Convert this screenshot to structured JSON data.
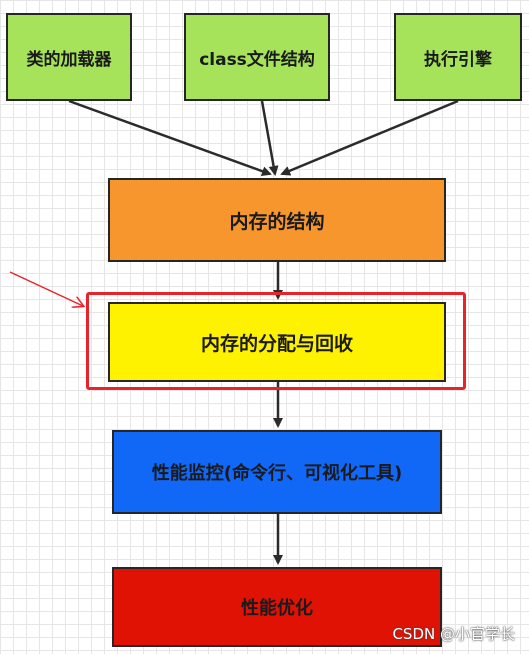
{
  "nodes": {
    "class_loader": {
      "label": "类的加载器",
      "color": "#a6e35a"
    },
    "class_file": {
      "label": "class文件结构",
      "color": "#a6e35a"
    },
    "exec_engine": {
      "label": "执行引擎",
      "color": "#a6e35a"
    },
    "mem_struct": {
      "label": "内存的结构",
      "color": "#f7962c"
    },
    "mem_alloc": {
      "label": "内存的分配与回收",
      "color": "#fff200"
    },
    "perf_monitor": {
      "label": "性能监控(命令行、可视化工具)",
      "color": "#1168f7"
    },
    "perf_optim": {
      "label": "性能优化",
      "color": "#e01204"
    }
  },
  "colors": {
    "highlight": "#e8232c",
    "edge": "#2b2b2b",
    "annotation_arrow": "#e8232c"
  },
  "watermark": "CSDN @小官学长"
}
